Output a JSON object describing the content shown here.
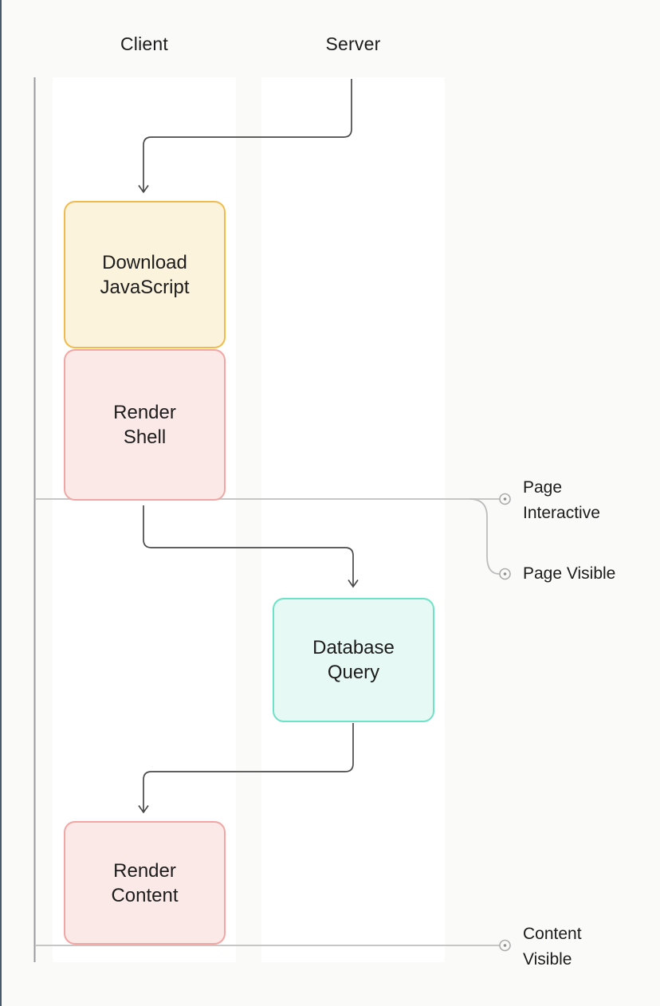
{
  "columns": [
    {
      "label": "Client"
    },
    {
      "label": "Server"
    }
  ],
  "nodes": [
    {
      "name": "download-javascript",
      "column": "Client",
      "lines": [
        "Download",
        "JavaScript"
      ],
      "fill": "#FCF3DD",
      "border": "#F1BA4E"
    },
    {
      "name": "render-shell",
      "column": "Client",
      "lines": [
        "Render",
        "Shell"
      ],
      "fill": "#FBE9E8",
      "border": "#F2A6A3"
    },
    {
      "name": "database-query",
      "column": "Server",
      "lines": [
        "Database",
        "Query"
      ],
      "fill": "#E7F9F4",
      "border": "#6CE2C6"
    },
    {
      "name": "render-content",
      "column": "Client",
      "lines": [
        "Render",
        "Content"
      ],
      "fill": "#FBE9E8",
      "border": "#F2A6A3"
    }
  ],
  "milestones": [
    {
      "name": "page-interactive",
      "lines": [
        "Page",
        "Interactive"
      ]
    },
    {
      "name": "page-visible",
      "lines": [
        "Page Visible"
      ]
    },
    {
      "name": "content-visible",
      "lines": [
        "Content",
        "Visible"
      ]
    }
  ],
  "flow": [
    {
      "from": "Server start",
      "to": "download-javascript"
    },
    {
      "from": "render-shell",
      "to": "database-query"
    },
    {
      "from": "database-query",
      "to": "render-content"
    }
  ],
  "colors": {
    "page_background": "#FAFAF9",
    "lane_background": "#FFFFFF",
    "page_left_border": "#47596B",
    "axis_line": "#9A9A9A",
    "milestone_line": "#C6C6C6",
    "milestone_marker": "#ADADAD",
    "arrow": "#4A4A4A",
    "text": "#1C1C1C"
  }
}
